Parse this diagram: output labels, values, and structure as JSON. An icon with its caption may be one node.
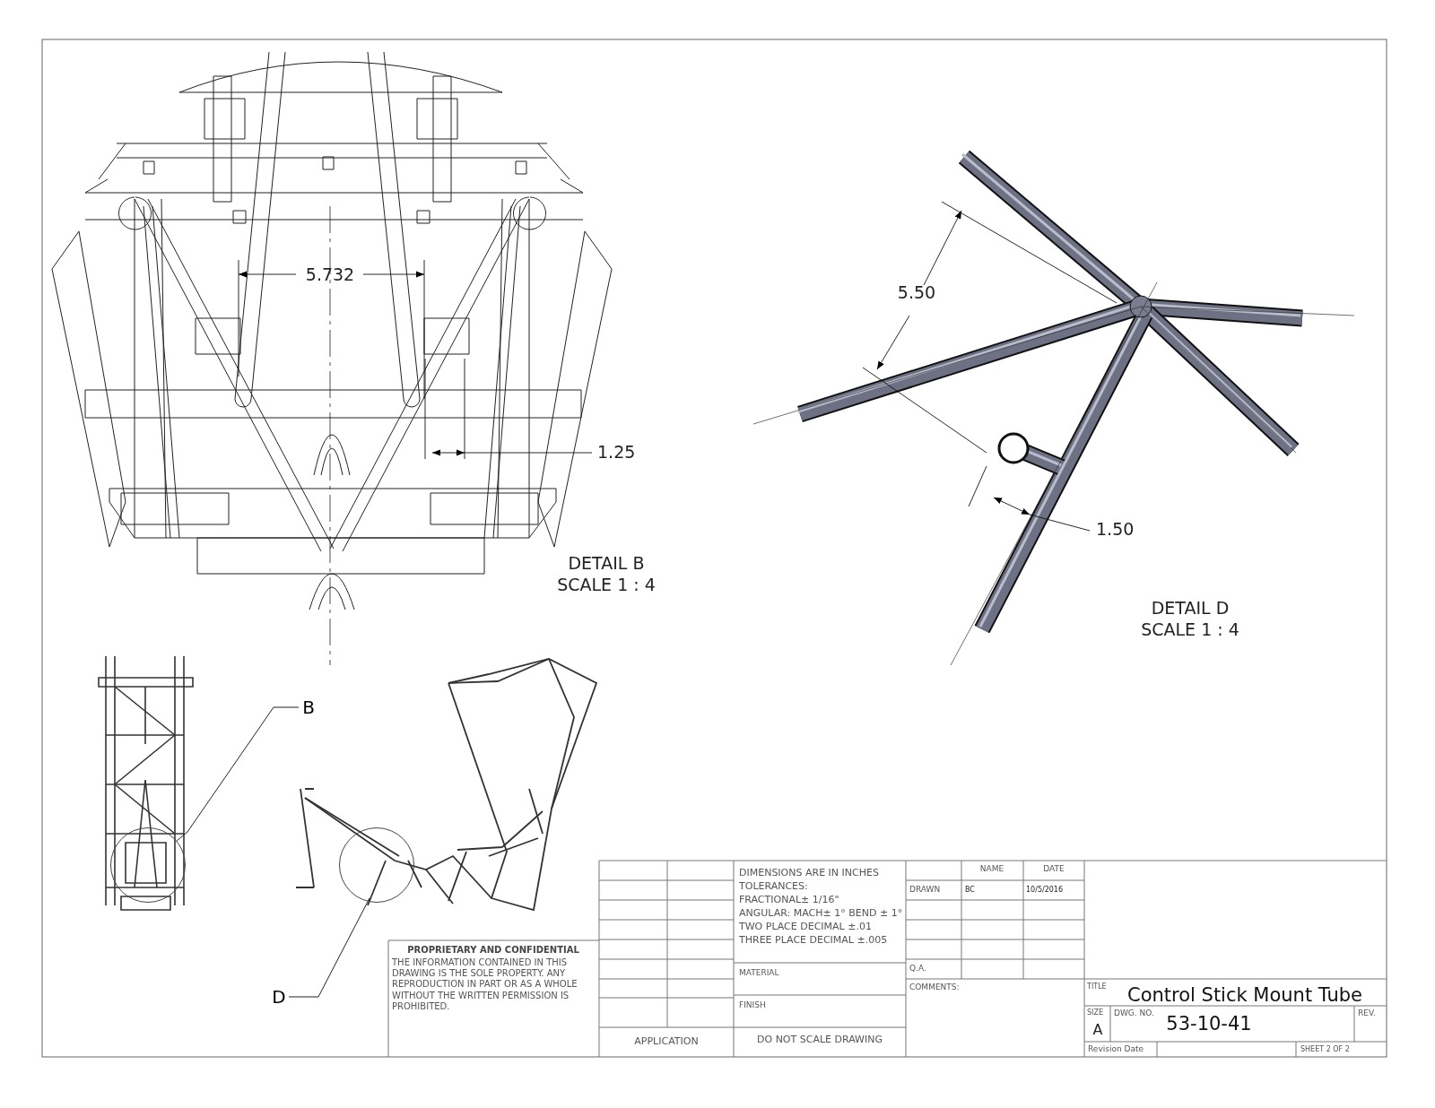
{
  "diagram": {
    "nodes": [
      {
        "text": [
          "B"
        ]
      },
      {
        "text": [],
        "shape": "circle"
      },
      {
        "text": [
          "D"
        ]
      },
      {
        "text": [],
        "shape": "circle"
      }
    ],
    "edges": [
      {
        "from": 0,
        "to": 1,
        "arrow": "none"
      },
      {
        "from": 2,
        "to": 3,
        "arrow": "none"
      }
    ],
    "labels": [
      "5.732",
      "1.25",
      "5.50",
      "1.50",
      "DETAIL B",
      "SCALE 1 : 4",
      "DETAIL D",
      "SCALE 1 : 4",
      "NAME",
      "DATE",
      "DIMENSIONS ARE IN INCHES",
      "TOLERANCES:",
      "FRACTIONAL± 1/16\"",
      "ANGULAR: MACH± 1° BEND ± 1°",
      "TWO PLACE DECIMAL ±.01",
      "THREE PLACE DECIMAL ±.005",
      "DRAWN",
      "BC",
      "10/5/2016",
      "PROPRIETARY AND CONFIDENTIAL",
      "THE INFORMATION CONTAINED IN THIS DRAWING IS THE SOLE PROPERTY. ANY REPRODUCTION IN PART OR AS A WHOLE WITHOUT THE WRITTEN PERMISSION IS PROHIBITED.",
      "MATERIAL",
      "Q.A.",
      "COMMENTS:",
      "TITLE",
      "Control Stick Mount Tube",
      "FINISH",
      "SIZE",
      "DWG. NO.",
      "53-10-41",
      "REV.",
      "A",
      "APPLICATION",
      "DO NOT SCALE DRAWING",
      "Revision Date",
      "SHEET 2 OF 2"
    ]
  }
}
